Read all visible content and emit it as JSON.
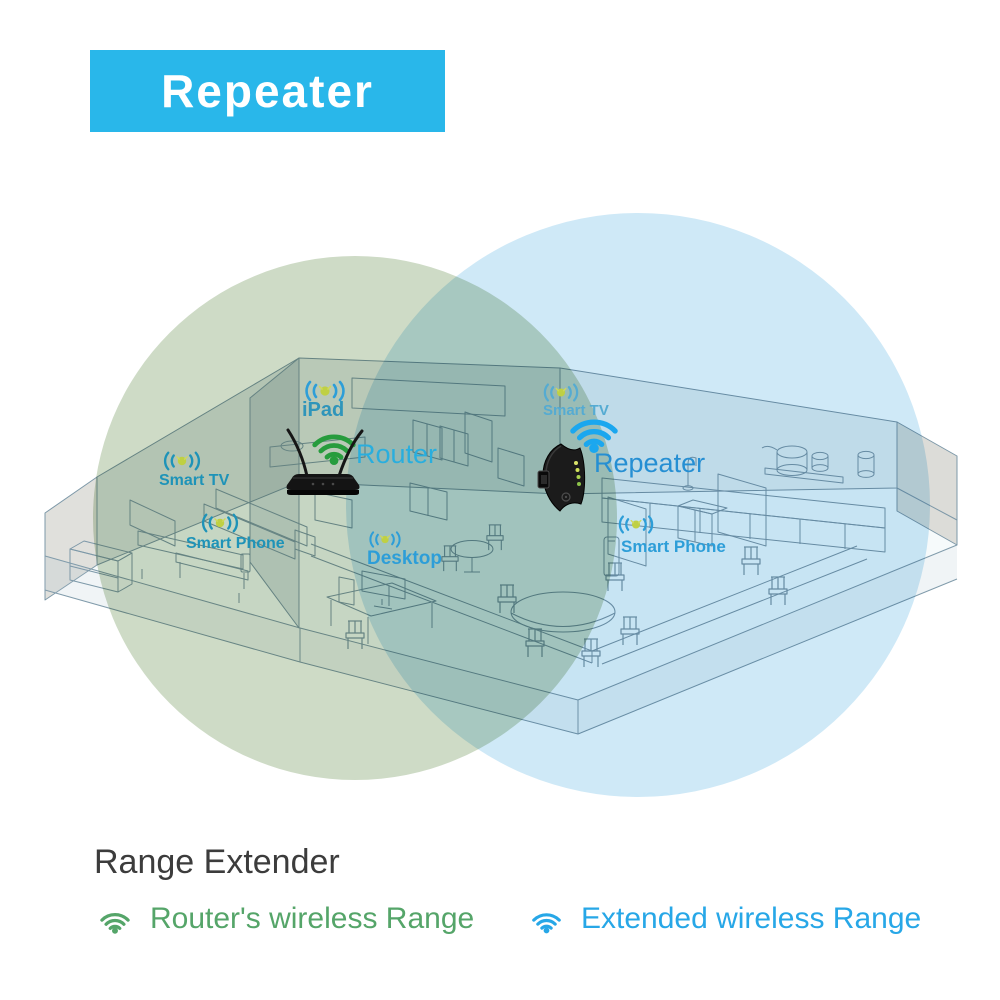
{
  "title": {
    "label": "Repeater",
    "bg_color": "#29b7ea"
  },
  "diagram": {
    "labels": {
      "smart_tv_left": "Smart TV",
      "smart_phone_left": "Smart Phone",
      "ipad": "iPad",
      "router": "Router",
      "smart_tv_right": "Smart TV",
      "repeater": "Repeater",
      "smart_phone_right": "Smart Phone",
      "desktop": "Desktop"
    },
    "colors": {
      "router_range_circle": "#cedbc6",
      "extended_range_circle": "#cfe9f7",
      "router_wifi_green": "#279c3d",
      "repeater_wifi_blue": "#1ba7ef",
      "signal_dot_yellow": "#bfd043",
      "label_teal": "#1e93b8",
      "label_blue": "#2d9ed8"
    }
  },
  "legend": {
    "heading": "Range Extender",
    "items": [
      {
        "label": "Router's wireless Range",
        "color": "#55a569"
      },
      {
        "label": "Extended wireless Range",
        "color": "#27a7e7"
      }
    ]
  }
}
